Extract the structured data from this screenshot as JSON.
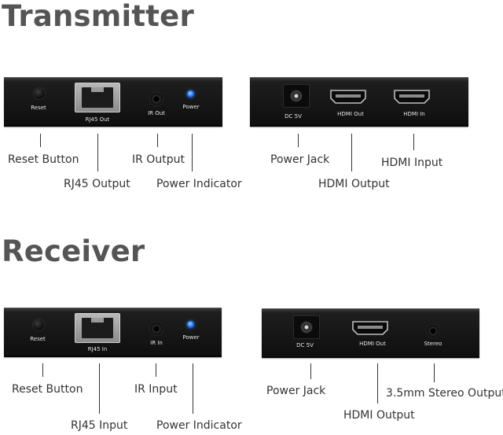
{
  "transmitter": {
    "heading": "Transmitter",
    "left_panel": {
      "reset_label": "Reset",
      "rj45_label": "RJ45 Out",
      "ir_label": "IR Out",
      "power_label": "Power"
    },
    "right_panel": {
      "dc_label": "DC 5V",
      "hdmi_out_label": "HDMI Out",
      "hdmi_in_label": "HDMI In"
    },
    "callouts": {
      "reset": "Reset Button",
      "rj45": "RJ45 Output",
      "ir": "IR Output",
      "power_indicator": "Power Indicator",
      "power_jack": "Power Jack",
      "hdmi_output": "HDMI Output",
      "hdmi_input": "HDMI Input"
    }
  },
  "receiver": {
    "heading": "Receiver",
    "left_panel": {
      "reset_label": "Reset",
      "rj45_label": "RJ45 In",
      "ir_label": "IR In",
      "power_label": "Power"
    },
    "right_panel": {
      "dc_label": "DC 5V",
      "hdmi_out_label": "HDMI Out",
      "stereo_label": "Stereo"
    },
    "callouts": {
      "reset": "Reset Button",
      "rj45": "RJ45 Input",
      "ir": "IR Input",
      "power_indicator": "Power Indicator",
      "power_jack": "Power Jack",
      "hdmi_output": "HDMI Output",
      "stereo_output": "3.5mm Stereo Output"
    }
  },
  "colors": {
    "heading": "#555555",
    "device_body": "#161616",
    "led": "#1e6ff0",
    "text": "#333333"
  }
}
